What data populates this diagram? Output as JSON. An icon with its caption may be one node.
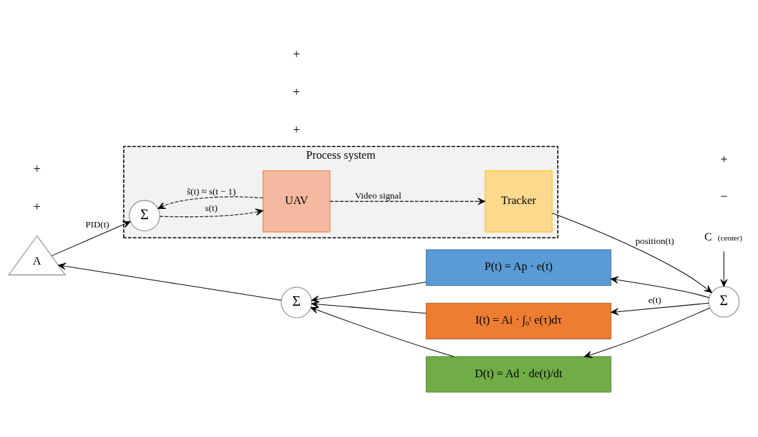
{
  "diagram": {
    "nodes": [
      {
        "text": [
          "Process system"
        ]
      },
      {
        "text": [
          "Σ"
        ],
        "in": 0
      },
      {
        "text": [
          "UAV"
        ],
        "in": 0
      },
      {
        "text": [
          "Tracker"
        ],
        "in": 0
      },
      {
        "text": [
          "Σ"
        ]
      },
      {
        "text": [
          "C"
        ],
        "beside": [
          "(center)"
        ]
      },
      {
        "text": [
          "A"
        ]
      },
      {
        "text": [
          "P(t) = Ap · e(t)"
        ]
      },
      {
        "text": [
          "I(t) = Ai · ∫₀ᵗ e(τ)dτ"
        ]
      },
      {
        "text": [
          "D(t) = Ad · de(t)/dt"
        ]
      },
      {
        "text": [
          "Σ"
        ]
      }
    ],
    "edges": [
      {
        "from": 6,
        "to": 1,
        "arrow": "to",
        "label": "PID(t)"
      },
      {
        "from": 1,
        "to": 2,
        "arrow": "to",
        "label": "s(t)",
        "style": "dashed"
      },
      {
        "from": 2,
        "to": 1,
        "arrow": "to",
        "label": "s̃(t) ≈ s(t − 1)",
        "style": "dashed"
      },
      {
        "from": 2,
        "to": 3,
        "arrow": "to",
        "label": "Video signal",
        "style": "dashed"
      },
      {
        "from": 3,
        "to": 4,
        "arrow": "to",
        "label": "position(t)"
      },
      {
        "from": 5,
        "to": 4,
        "arrow": "to"
      },
      {
        "from": 4,
        "to": 7,
        "arrow": "to"
      },
      {
        "from": 4,
        "to": 8,
        "arrow": "to",
        "label": "e(t)"
      },
      {
        "from": 4,
        "to": 9,
        "arrow": "to"
      },
      {
        "from": 7,
        "to": 10,
        "arrow": "to"
      },
      {
        "from": 8,
        "to": 10,
        "arrow": "to"
      },
      {
        "from": 9,
        "to": 10,
        "arrow": "to"
      },
      {
        "from": 10,
        "to": 6,
        "arrow": "to"
      }
    ],
    "labels": [
      "+",
      "+",
      "−",
      "+",
      "+",
      "+",
      "+"
    ]
  }
}
